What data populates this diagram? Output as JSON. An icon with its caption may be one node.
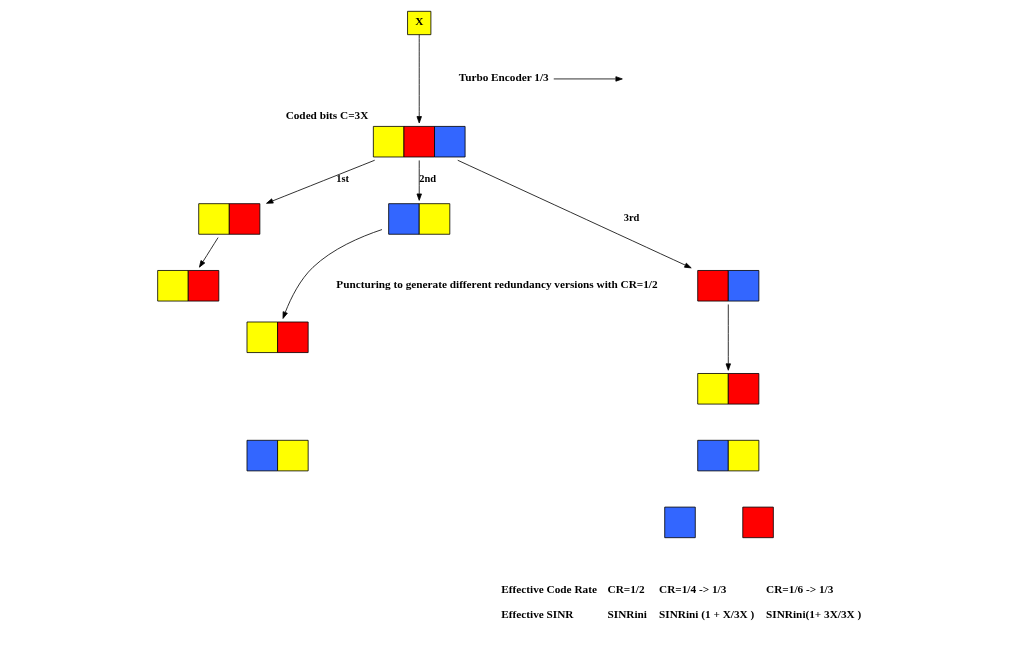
{
  "diagram": {
    "nodes": [
      {
        "text": [
          "X"
        ]
      },
      {
        "text": [],
        "shape": "box",
        "beside": [
          "Coded bits C=3X"
        ]
      },
      {
        "text": [],
        "shape": "box"
      },
      {
        "text": [],
        "shape": "box"
      },
      {
        "text": [],
        "shape": "box"
      },
      {
        "text": [],
        "shape": "box"
      },
      {
        "text": [],
        "shape": "box"
      },
      {
        "text": [],
        "shape": "box"
      },
      {
        "text": [],
        "shape": "box"
      },
      {
        "text": [],
        "shape": "box"
      },
      {
        "text": [],
        "shape": "box"
      },
      {
        "text": [],
        "shape": "box"
      },
      {
        "text": [
          "Turbo Encoder 1/3"
        ]
      }
    ],
    "edges": [
      {
        "from": 0,
        "to": 1,
        "arrow": "to"
      },
      {
        "from": 12,
        "to": null,
        "arrow": "to"
      },
      {
        "from": 1,
        "to": 2,
        "arrow": "to",
        "label": "1st"
      },
      {
        "from": 1,
        "to": 3,
        "arrow": "to",
        "label": "2nd"
      },
      {
        "from": 1,
        "to": 4,
        "arrow": "to",
        "label": "3rd"
      },
      {
        "from": 2,
        "to": 5,
        "arrow": "to"
      },
      {
        "from": 3,
        "to": 6,
        "arrow": "to"
      },
      {
        "from": 4,
        "to": 7,
        "arrow": "to"
      }
    ],
    "labels": [
      "Puncturing to generate different redundancy versions with CR=1/2",
      "Effective Code Rate",
      "CR=1/2",
      "CR=1/4 -> 1/3",
      "CR=1/6 -> 1/3",
      "Effective SINR",
      "SINRini",
      "SINRini (1 + X/3X )",
      "SINRini(1+ 3X/3X )"
    ]
  }
}
